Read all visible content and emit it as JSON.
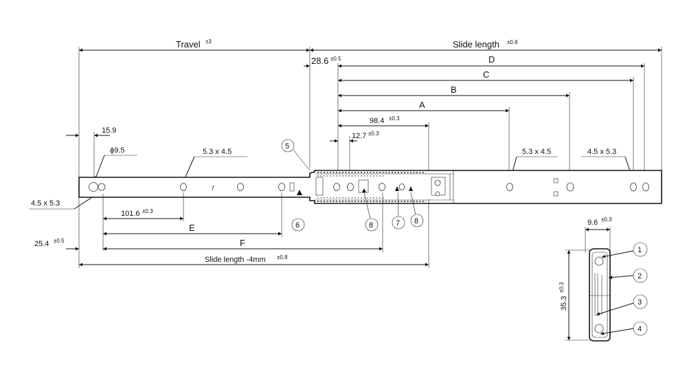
{
  "dimensions": {
    "travel": {
      "label": "Travel",
      "tol": "±3"
    },
    "slide_length": {
      "label": "Slide length",
      "tol": "±0.8"
    },
    "d286": {
      "label": "28.6",
      "tol": "±0.5"
    },
    "D": {
      "label": "D"
    },
    "C": {
      "label": "C"
    },
    "B": {
      "label": "B"
    },
    "A": {
      "label": "A"
    },
    "d984": {
      "label": "98.4",
      "tol": "±0.3"
    },
    "d127": {
      "label": "12.7",
      "tol": "±0.3"
    },
    "d159": {
      "label": "15.9"
    },
    "phi95": {
      "label": "ϕ9.5"
    },
    "slot_left": {
      "label": "5.3 x 4.5"
    },
    "slot_right1": {
      "label": "5.3 x 4.5"
    },
    "slot_right2": {
      "label": "4.5 x 5.3"
    },
    "slot_end": {
      "label": "4.5 x 5.3"
    },
    "d1016": {
      "label": "101.6",
      "tol": "±0.3"
    },
    "E": {
      "label": "E"
    },
    "F": {
      "label": "F"
    },
    "d254": {
      "label": "25.4",
      "tol": "±0.5"
    },
    "slide_minus": {
      "label": "Slide length -4mm",
      "tol": "±0.8"
    },
    "d96": {
      "label": "9.6",
      "tol": "±0.3"
    },
    "d353": {
      "label": "35.3",
      "tol": "±0.3"
    }
  },
  "callouts": {
    "c5": "5",
    "c6": "6",
    "c7": "7",
    "c8a": "8",
    "c8b": "8",
    "c1": "1",
    "c2": "2",
    "c3": "3",
    "c4": "4"
  }
}
